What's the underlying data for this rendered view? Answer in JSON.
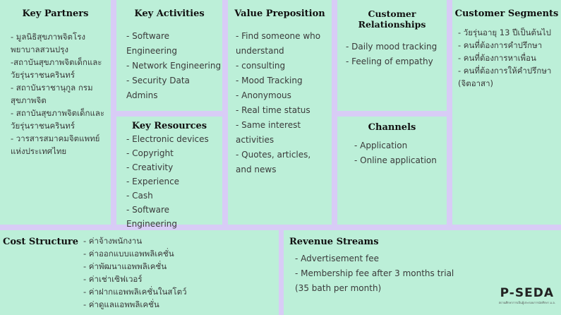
{
  "key_partners": {
    "title": "Key Partners",
    "items": [
      "- มูลนิธิสุขภาพจิตโรงพยาบาลสวนปรุง",
      "-สถาบันสุขภาพจิตเด็กและวัยรุ่นราชนครินทร์",
      "- สถาบันราชานุกูล กรมสุขภาพจิต",
      "- สถาบันสุขภาพจิตเด็กและวัยรุ่นราชนครินทร์",
      "- วารสารสมาคมจิตแพทย์แห่งประเทศไทย"
    ]
  },
  "key_activities": {
    "title": "Key Activities",
    "items": [
      "- Software Engineering",
      "- Network Engineering",
      "- Security Data Admins"
    ]
  },
  "key_resources": {
    "title": "Key Resources",
    "items": [
      "- Electronic devices",
      "- Copyright",
      "- Creativity",
      "- Experience",
      "- Cash",
      "- Software Engineering"
    ]
  },
  "value_proposition": {
    "title": "Value Preposition",
    "items": [
      "- Find someone who understand",
      "- consulting",
      "-  Mood Tracking",
      "- Anonymous",
      "- Real time status",
      "- Same interest activities",
      "- Quotes, articles, and news"
    ]
  },
  "customer_relationships": {
    "title": "Customer Relationships",
    "items": [
      "- Daily mood tracking",
      "- Feeling of empathy"
    ]
  },
  "channels": {
    "title": "Channels",
    "items": [
      "- Application",
      "- Online application"
    ]
  },
  "customer_segments": {
    "title": "Customer Segments",
    "items": [
      "- วัยรุ่นอายุ 13 ปีเป็นต้นไป",
      "- คนที่ต้องการคำปรึกษา",
      "- คนที่ต้องการหาเพื่อน",
      "- คนที่ต้องการให้คำปรึกษา (จิตอาสา)"
    ]
  },
  "cost_structure": {
    "title": "Cost Structure",
    "items": [
      "- ค่าจ้างพนักงาน",
      "- ค่าออกแบบแอพพลิเคชั่น",
      "- ค่าพัฒนาแอพพลิเคชั่น",
      "- ค่าเช่าเซิฟเวอร์",
      "- ค่าฝากแอพพลิเคชั่นในสโตว์",
      "- ค่าดูแลแอพพลิเคชั่น"
    ]
  },
  "revenue_streams": {
    "title": "Revenue Streams",
    "items": [
      "- Advertisement fee",
      "- Membership fee after 3 months trial",
      "(35 bath per month)"
    ]
  },
  "logo": {
    "text": "P-SEDA",
    "caption": "สถานศึกษาการเป็นผู้ประกอบการนักศึกษา ม.อ."
  },
  "colors": {
    "panel": "#bcefd8",
    "border": "#d8ccf6"
  }
}
